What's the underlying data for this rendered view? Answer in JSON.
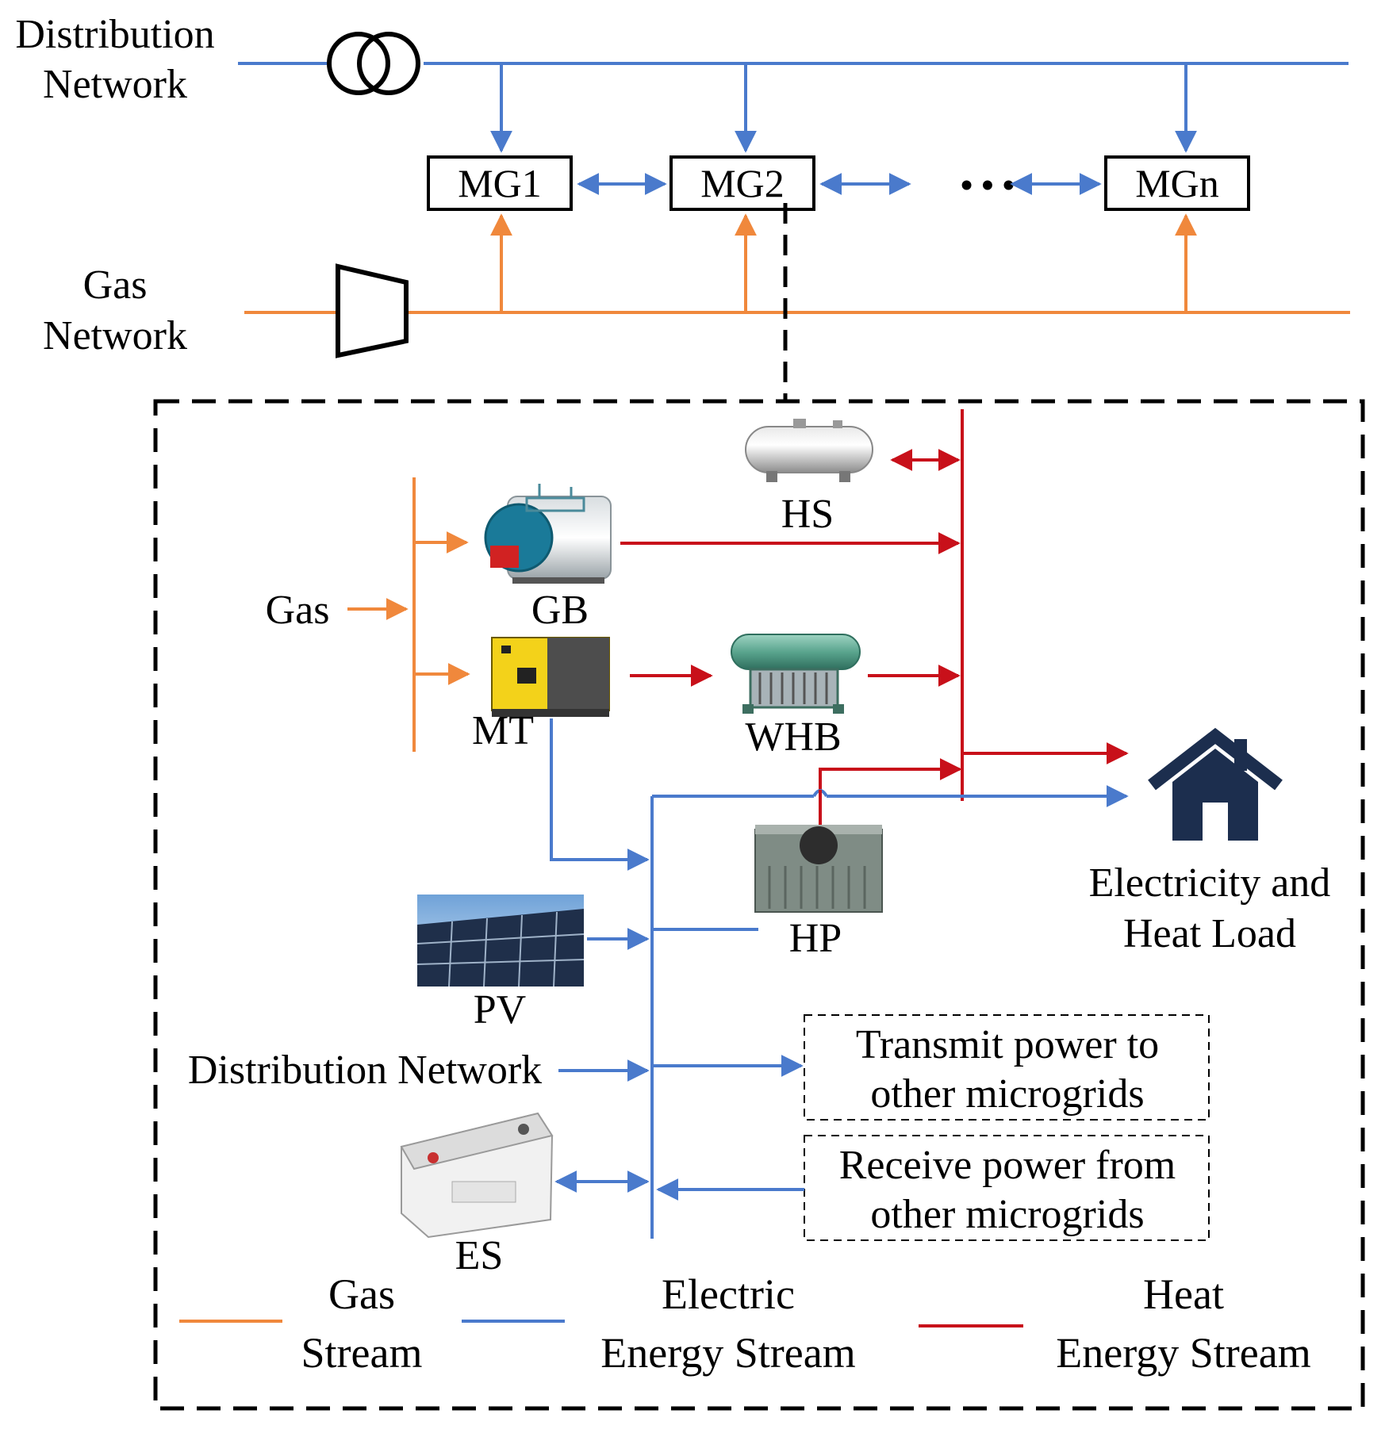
{
  "colors": {
    "gas": "#f0883c",
    "electric": "#4a7acc",
    "heat": "#c8101a",
    "black": "#000000"
  },
  "top": {
    "distribution_line1": "Distribution",
    "distribution_line2": "Network",
    "gas_line1": "Gas",
    "gas_line2": "Network",
    "mg1": "MG1",
    "mg2": "MG2",
    "mgn": "MGn",
    "ellipsis": "• • •"
  },
  "detail": {
    "hs": "HS",
    "gb": "GB",
    "mt": "MT",
    "whb": "WHB",
    "hp": "HP",
    "pv": "PV",
    "es": "ES",
    "gas_input": "Gas",
    "distribution_network": "Distribution Network",
    "load_line1": "Electricity and",
    "load_line2": "Heat Load",
    "transmit_line1": "Transmit power to",
    "transmit_line2": "other microgrids",
    "receive_line1": "Receive power from",
    "receive_line2": "other microgrids"
  },
  "legend": {
    "gas_line1": "Gas",
    "gas_line2": "Stream",
    "electric_line1": "Electric",
    "electric_line2": "Energy Stream",
    "heat_line1": "Heat",
    "heat_line2": "Energy Stream"
  },
  "icons": {
    "hs": "heat-storage-tank-icon",
    "gb": "gas-boiler-icon",
    "mt": "micro-turbine-generator-icon",
    "whb": "waste-heat-boiler-icon",
    "hp": "heat-pump-icon",
    "pv": "solar-panel-icon",
    "es": "battery-icon",
    "load": "house-icon",
    "transformer": "transformer-icon",
    "compressor": "gas-compressor-icon"
  }
}
